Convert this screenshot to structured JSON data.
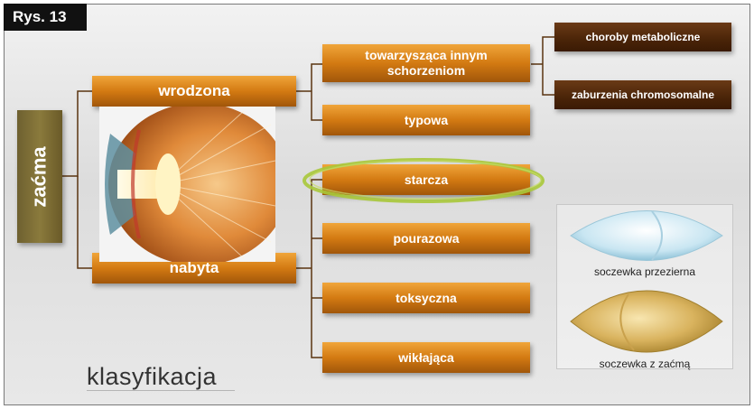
{
  "figure_label": "Rys. 13",
  "root": "zaćma",
  "level1": {
    "congenital": "wrodzona",
    "acquired": "nabyta"
  },
  "congenital_types": {
    "associated": "towarzysząca innym schorzeniom",
    "typical": "typowa"
  },
  "associated_causes": {
    "metabolic": "choroby metaboliczne",
    "chromosomal": "zaburzenia chromosomalne"
  },
  "acquired_types": {
    "senile": "starcza",
    "traumatic": "pourazowa",
    "toxic": "toksyczna",
    "complicated": "wikłająca"
  },
  "lens_labels": {
    "clear": "soczewka przezierna",
    "cataract": "soczewka z zaćmą"
  },
  "title": "klasyfikacja",
  "colors": {
    "box_orange": "#d37a12",
    "box_dark": "#4a2408",
    "root_olive": "#7a6a34",
    "highlight_green": "#a8c83a",
    "connector": "#5a3410"
  }
}
